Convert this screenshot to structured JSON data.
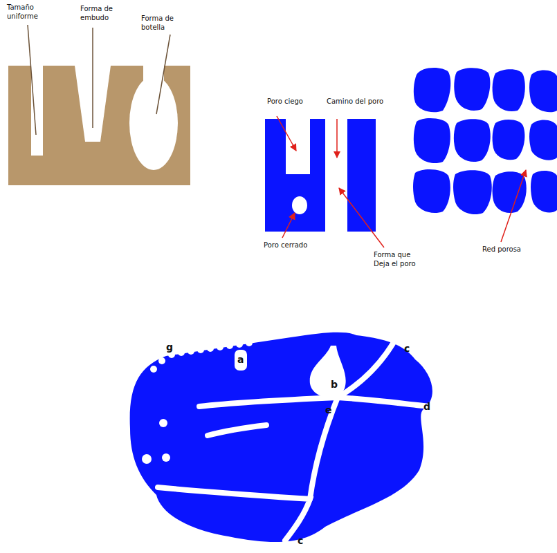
{
  "diagram": {
    "labels": [
      "Tamaño uniforme",
      "Forma de embudo",
      "Forma de botella",
      "Poro ciego",
      "Camino del poro",
      "Poro cerrado",
      "Forma que Deja el poro",
      "Red porosa",
      "g",
      "a",
      "b",
      "c",
      "d",
      "e",
      "c"
    ]
  }
}
